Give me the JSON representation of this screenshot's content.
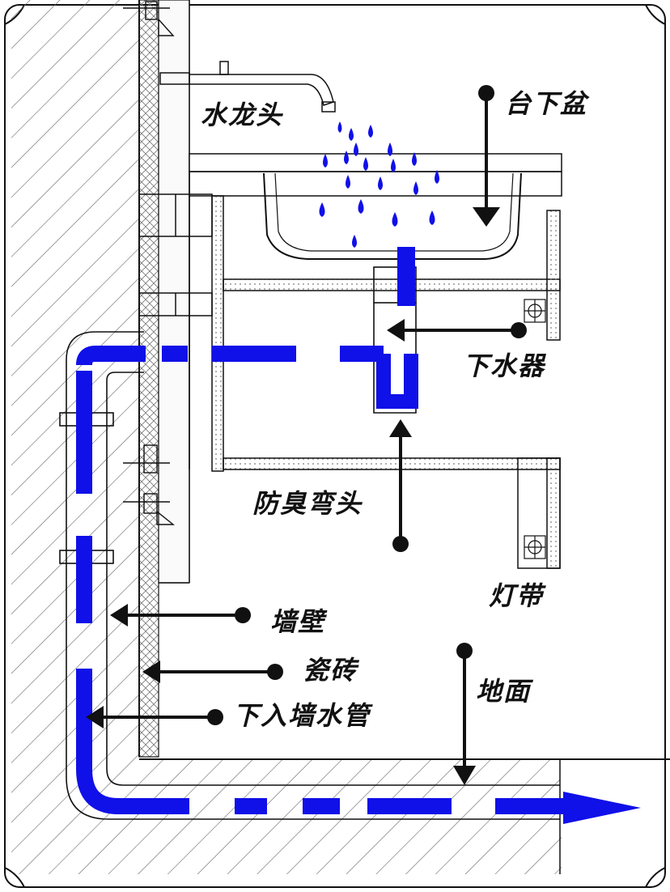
{
  "labels": {
    "faucet": "水龙头",
    "undercounter_basin": "台下盆",
    "drain": "下水器",
    "trap": "防臭弯头",
    "light_strip": "灯带",
    "wall": "墙壁",
    "tile": "瓷砖",
    "wall_pipe": "下入墙水管",
    "floor": "地面"
  },
  "colors": {
    "water": "#1010e8",
    "line": "#111111",
    "hatch": "#555555",
    "background": "#ffffff"
  }
}
